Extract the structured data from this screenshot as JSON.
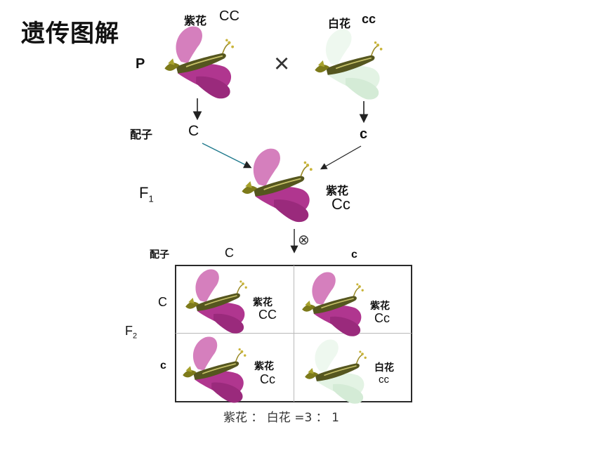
{
  "title": "遗传图解",
  "parents": {
    "generation_label": "P",
    "left_phenotype": "紫花",
    "left_genotype": "CC",
    "right_phenotype": "白花",
    "right_genotype": "cc",
    "cross_symbol": "×"
  },
  "gametes_row": {
    "label": "配子",
    "left": "C",
    "right": "c"
  },
  "f1": {
    "generation_label": "F",
    "generation_sub": "1",
    "phenotype": "紫花",
    "genotype": "Cc",
    "self_symbol": "⊗"
  },
  "f2": {
    "generation_label": "F",
    "generation_sub": "2",
    "gamete_label": "配子",
    "col_gametes": [
      "C",
      "c"
    ],
    "row_gametes": [
      "C",
      "c"
    ],
    "cells": [
      {
        "phenotype": "紫花",
        "genotype": "CC",
        "color": "purple"
      },
      {
        "phenotype": "紫花",
        "genotype": "Cc",
        "color": "purple"
      },
      {
        "phenotype": "紫花",
        "genotype": "Cc",
        "color": "purple"
      },
      {
        "phenotype": "白花",
        "genotype": "cc",
        "color": "white"
      }
    ]
  },
  "ratio_text": "紫花 ： 白花 =3 ： 1",
  "colors": {
    "purple_petal": "#b0368f",
    "purple_light": "#d57fbd",
    "white_petal": "#e3f3e4",
    "pod": "#55561f"
  }
}
